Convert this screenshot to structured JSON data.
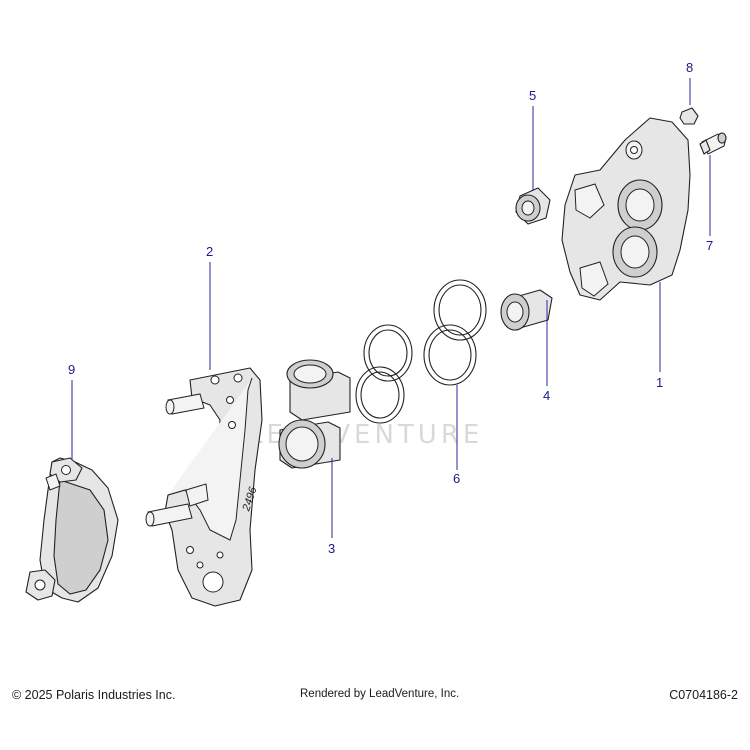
{
  "diagram": {
    "watermark": "LEADVENTURE",
    "stamp": "2496",
    "callouts": [
      {
        "id": "c1",
        "label": "1"
      },
      {
        "id": "c2",
        "label": "2"
      },
      {
        "id": "c3",
        "label": "3"
      },
      {
        "id": "c4",
        "label": "4"
      },
      {
        "id": "c5",
        "label": "5"
      },
      {
        "id": "c6",
        "label": "6"
      },
      {
        "id": "c7",
        "label": "7"
      },
      {
        "id": "c8",
        "label": "8"
      },
      {
        "id": "c9",
        "label": "9"
      }
    ]
  },
  "footer": {
    "copyright": "© 2025 Polaris Industries Inc.",
    "rendered_by": "Rendered by LeadVenture, Inc.",
    "drawing_code": "C0704186-2"
  }
}
